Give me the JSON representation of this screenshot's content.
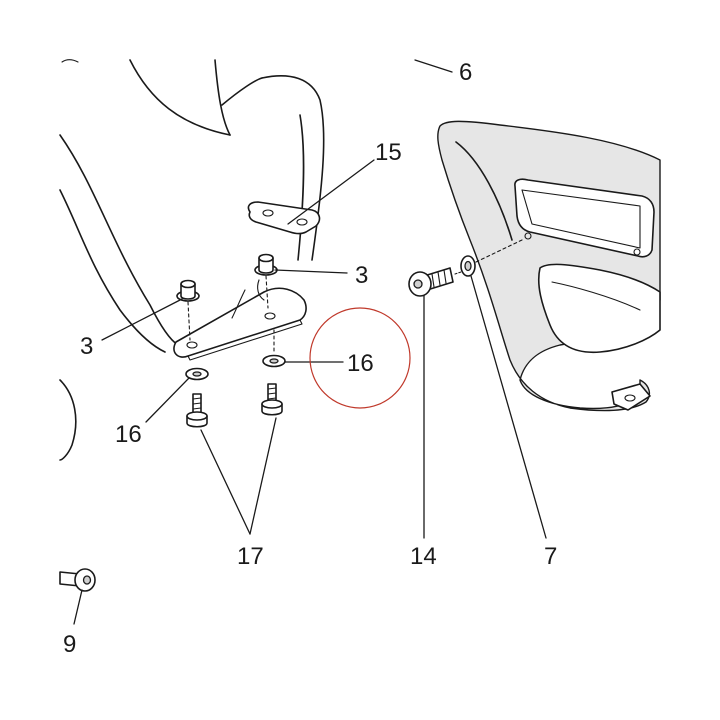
{
  "callouts": {
    "c6": "6",
    "c15": "15",
    "c3a": "3",
    "c3b": "3",
    "c16a": "16",
    "c16b": "16",
    "c17": "17",
    "c14": "14",
    "c7": "7",
    "c9": "9"
  },
  "highlight": {
    "target": "16",
    "color": "#c0392b"
  }
}
